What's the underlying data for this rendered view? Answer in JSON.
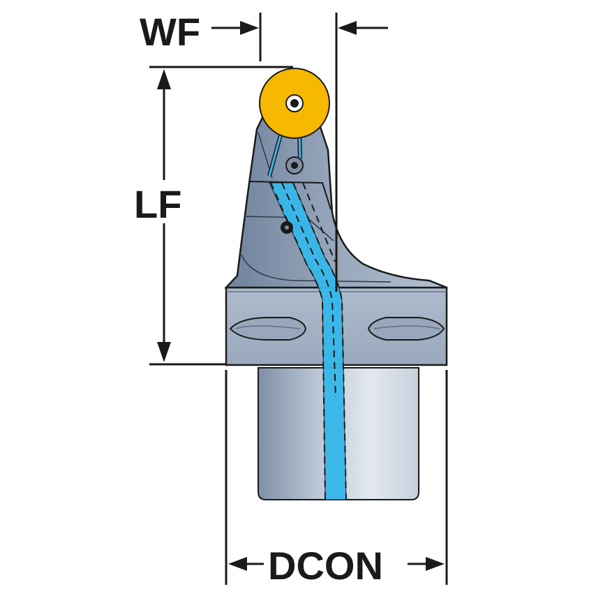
{
  "dimensions": {
    "wf": "WF",
    "lf": "LF",
    "dcon": "DCON"
  },
  "colors": {
    "insert": "#f7b800",
    "body": "#a9b7c9",
    "body_dark": "#5e6f86",
    "coolant": "#35b8ea",
    "outline": "#1a1a1a"
  }
}
